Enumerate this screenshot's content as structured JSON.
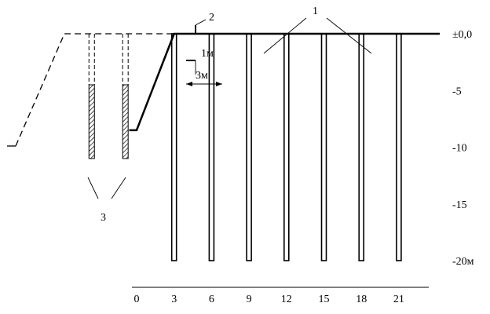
{
  "depth_scale": {
    "unit": "м",
    "ticks": [
      {
        "depth": 0,
        "label": "±0,0"
      },
      {
        "depth": -5,
        "label": "-5"
      },
      {
        "depth": -10,
        "label": "-10"
      },
      {
        "depth": -15,
        "label": "-15"
      },
      {
        "depth": -20,
        "label": "-20м"
      }
    ]
  },
  "distance_scale": {
    "ticks": [
      {
        "x": 0,
        "label": "0"
      },
      {
        "x": 3,
        "label": "3"
      },
      {
        "x": 6,
        "label": "6"
      },
      {
        "x": 9,
        "label": "9"
      },
      {
        "x": 12,
        "label": "12"
      },
      {
        "x": 15,
        "label": "15"
      },
      {
        "x": 18,
        "label": "18"
      },
      {
        "x": 21,
        "label": "21"
      }
    ]
  },
  "piles": {
    "positions": [
      3,
      6,
      9,
      12,
      15,
      18,
      21
    ],
    "bottom_depth": -20
  },
  "old_piles": {
    "positions": [
      -3.6,
      -0.9
    ],
    "top_depth": 0,
    "hatch_from_depth": -4.5,
    "bottom_depth": -11
  },
  "slope": {
    "points": [
      [
        3,
        0
      ],
      [
        0,
        -8.5
      ],
      [
        -0.6,
        -8.5
      ]
    ]
  },
  "dimensions": {
    "embed_label": "1м",
    "spacing_label": "3м"
  },
  "callouts": {
    "piles": "1",
    "anchor": "2",
    "old_piles": "3"
  }
}
